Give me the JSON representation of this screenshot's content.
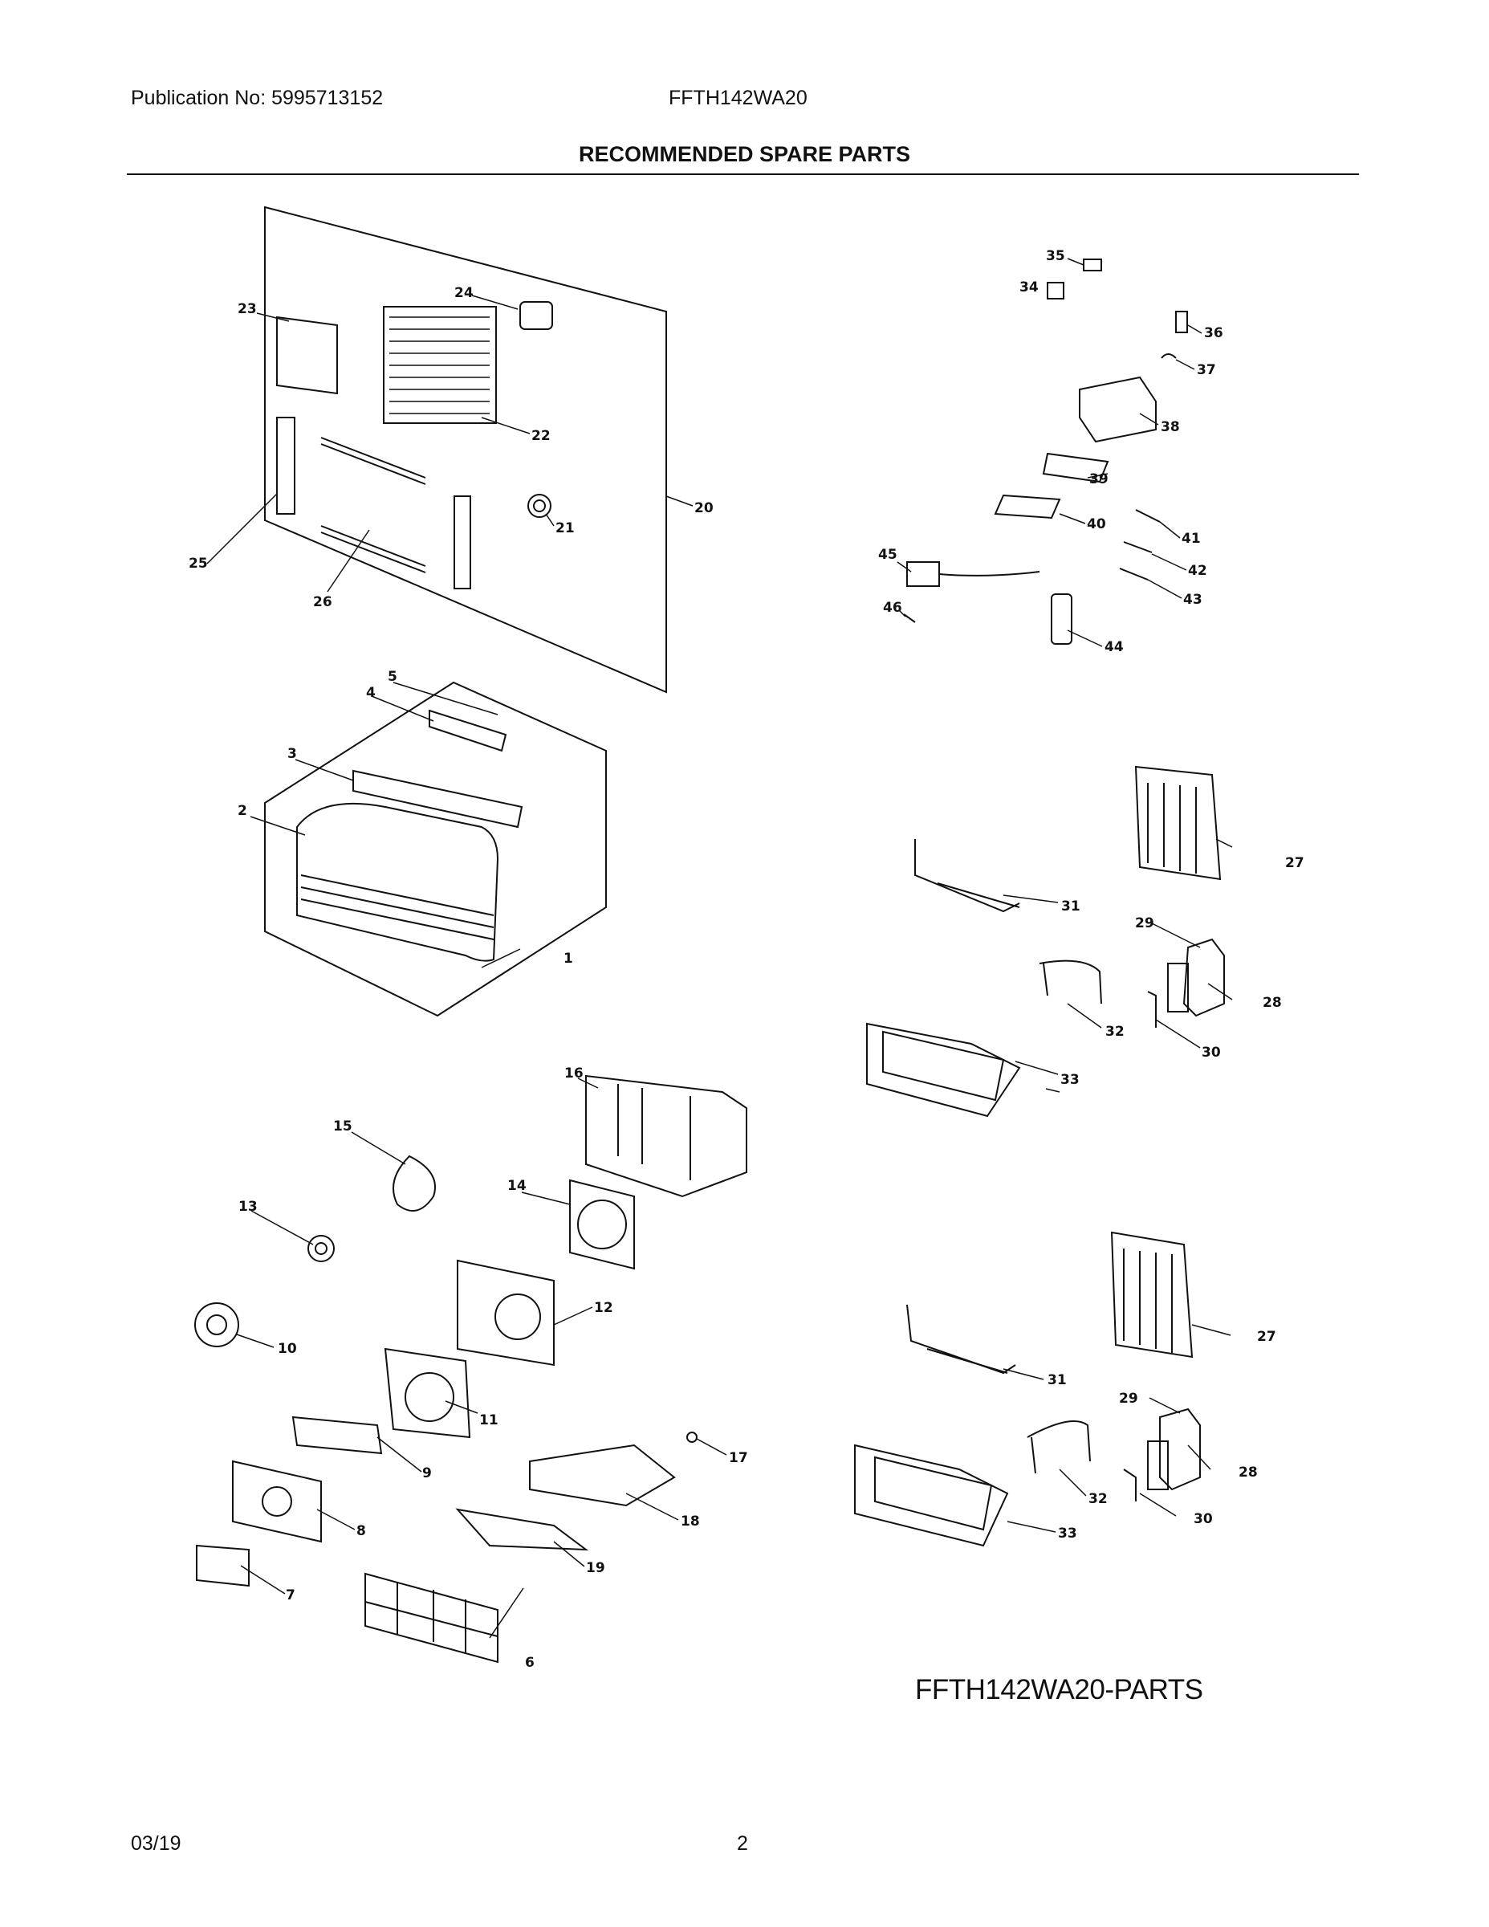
{
  "header": {
    "publication": "Publication No: 5995713152",
    "model": "FFTH142WA20",
    "title": "RECOMMENDED SPARE PARTS"
  },
  "diagram": {
    "figure_name": "FFTH142WA20-PARTS",
    "callouts": [
      "1",
      "2",
      "3",
      "4",
      "5",
      "6",
      "7",
      "8",
      "9",
      "10",
      "11",
      "12",
      "13",
      "14",
      "15",
      "16",
      "17",
      "18",
      "19",
      "20",
      "21",
      "22",
      "23",
      "24",
      "25",
      "26",
      "27",
      "28",
      "29",
      "30",
      "31",
      "32",
      "33",
      "34",
      "35",
      "36",
      "37",
      "38",
      "39",
      "40",
      "41",
      "42",
      "43",
      "44",
      "45",
      "46"
    ]
  },
  "footer": {
    "date": "03/19",
    "page": "2"
  }
}
